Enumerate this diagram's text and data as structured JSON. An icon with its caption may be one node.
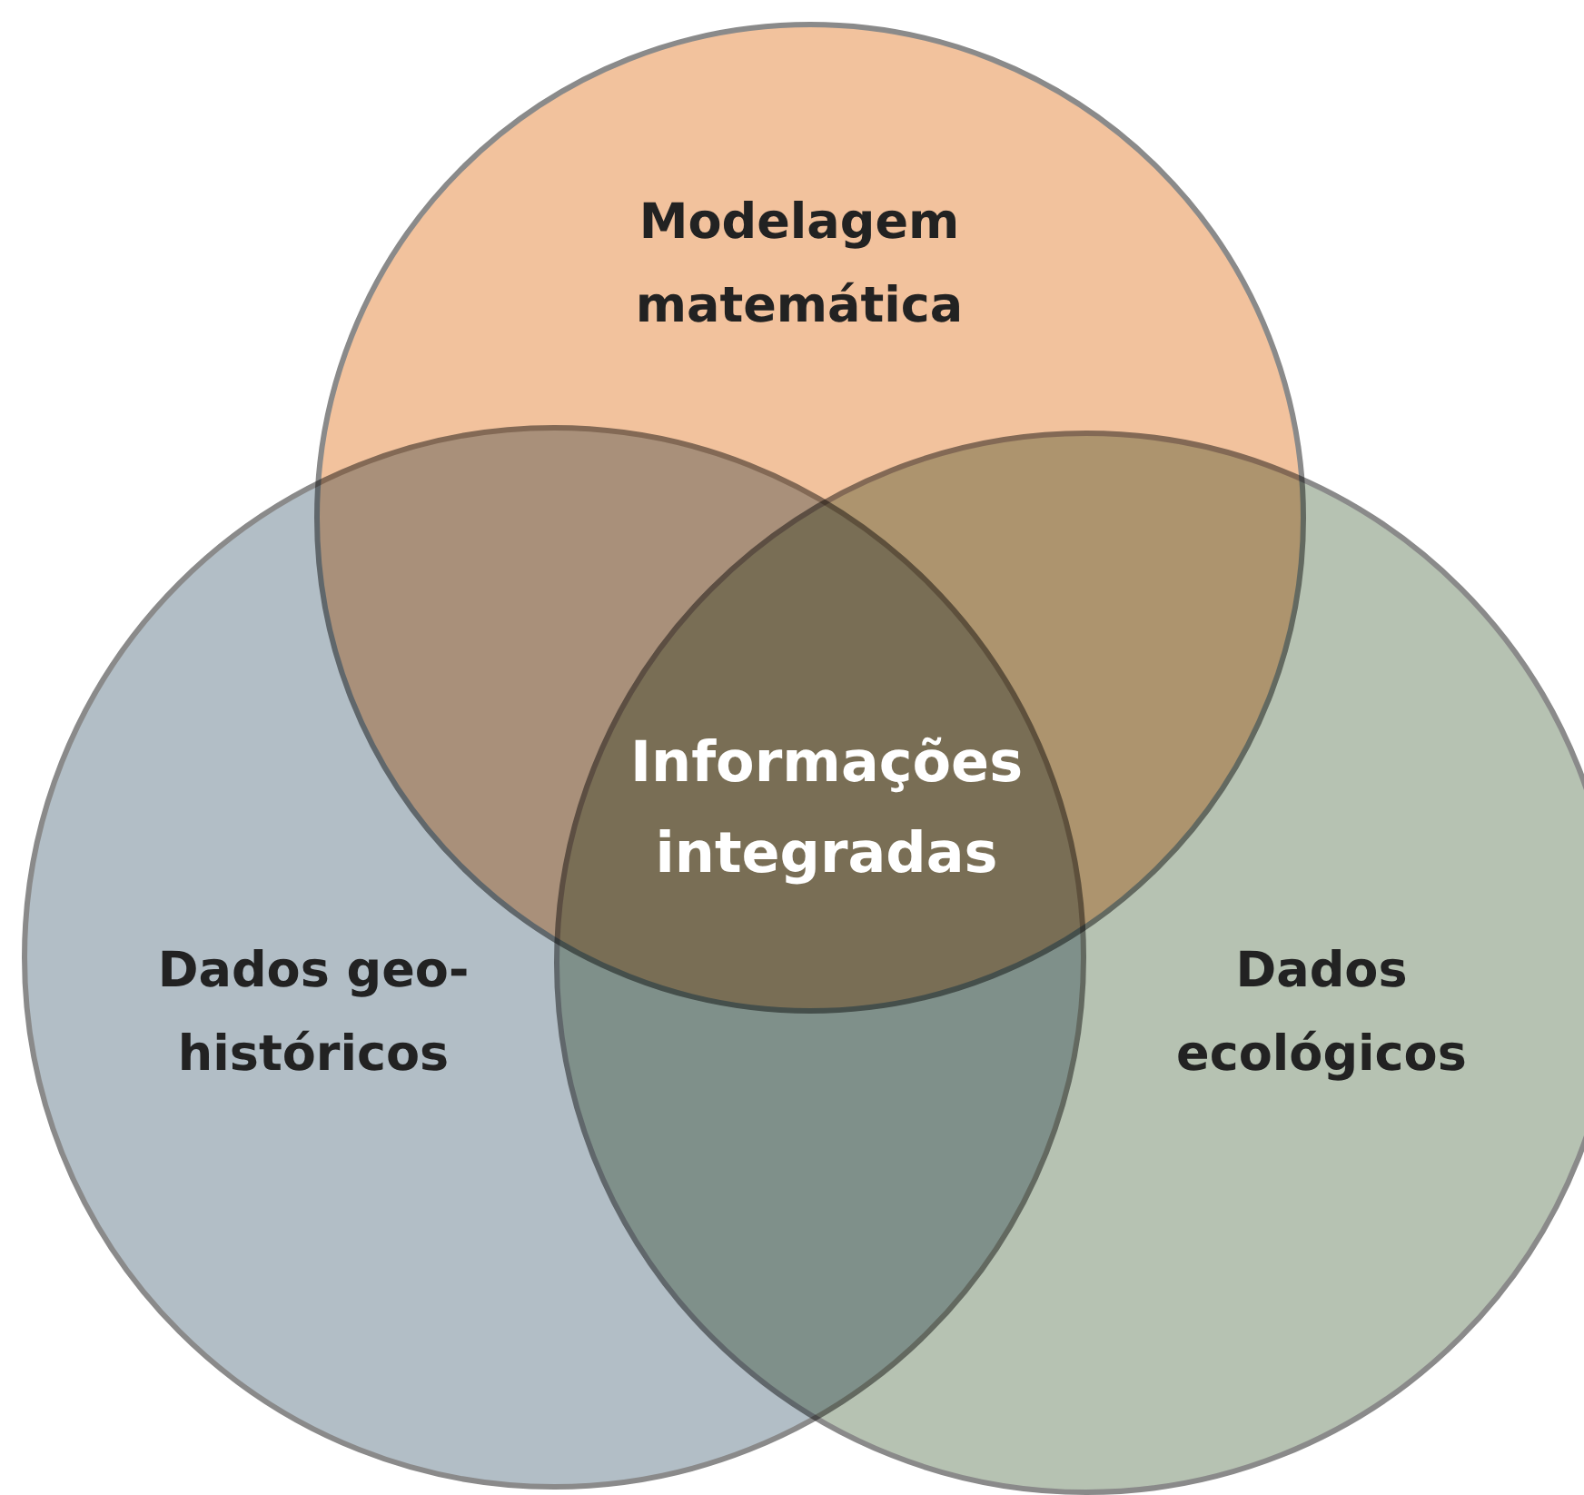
{
  "diagram": {
    "nodes": [
      {
        "text": [
          "Modelagem matemática"
        ]
      },
      {
        "text": [
          "Dados geo-históricos"
        ]
      },
      {
        "text": [
          "Dados ecológicos"
        ]
      }
    ],
    "labels": [
      "Informações integradas"
    ]
  }
}
